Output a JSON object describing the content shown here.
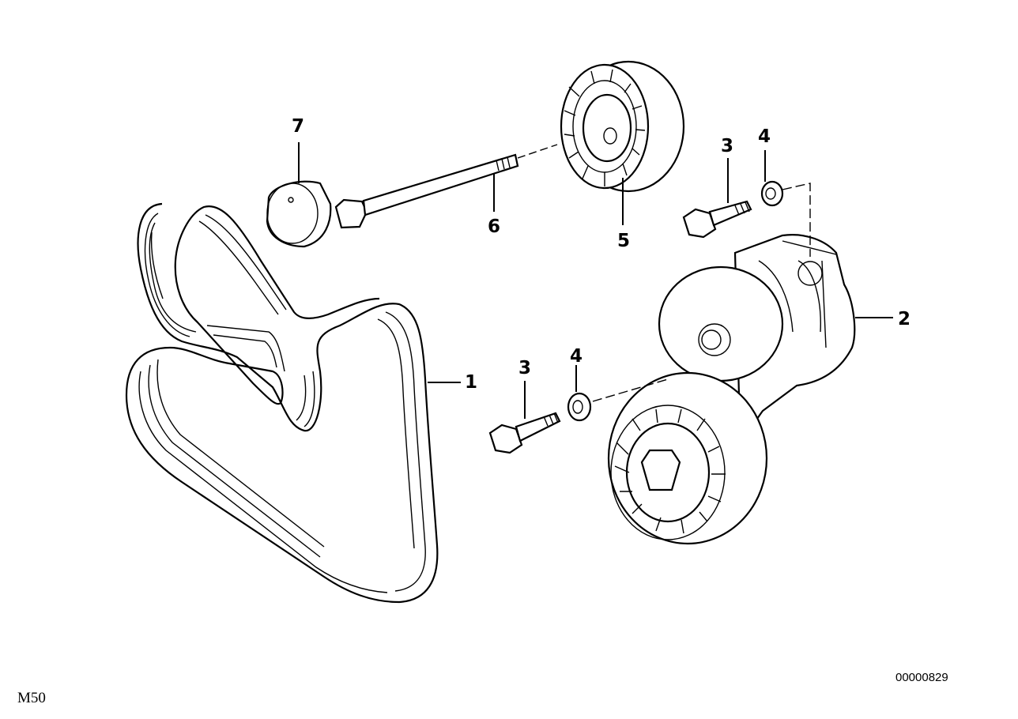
{
  "diagram": {
    "engine_label": "M50",
    "reference_number": "00000829",
    "callouts": [
      {
        "id": "belt",
        "number": "1"
      },
      {
        "id": "tensioner",
        "number": "2"
      },
      {
        "id": "bolt-upper",
        "number": "3"
      },
      {
        "id": "washer-upper",
        "number": "4"
      },
      {
        "id": "bolt-lower",
        "number": "3"
      },
      {
        "id": "washer-lower",
        "number": "4"
      },
      {
        "id": "idler-pulley",
        "number": "5"
      },
      {
        "id": "long-bolt",
        "number": "6"
      },
      {
        "id": "cap",
        "number": "7"
      }
    ]
  }
}
